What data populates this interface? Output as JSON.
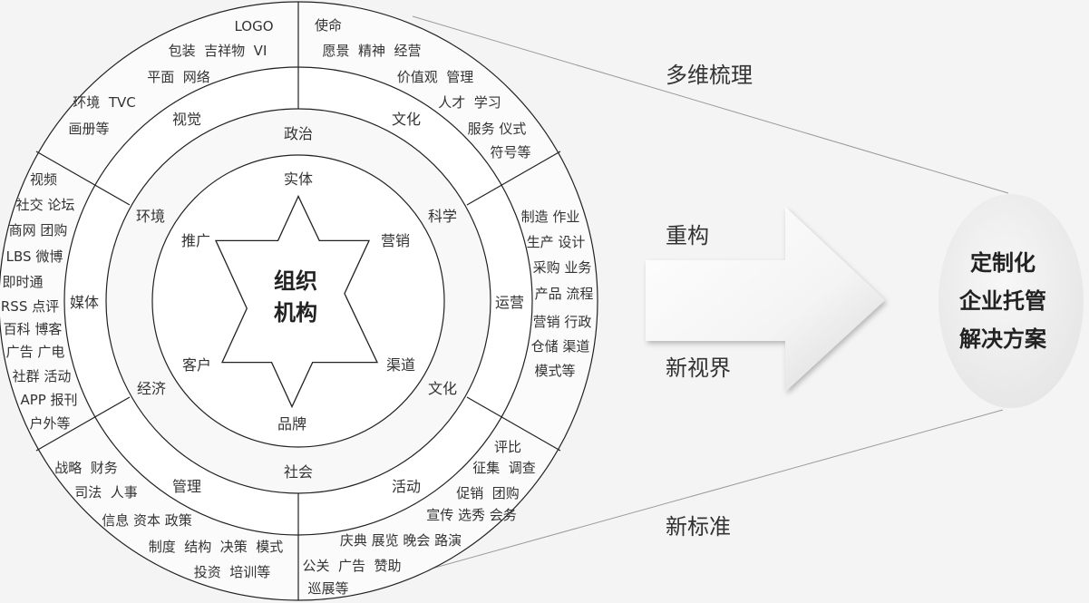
{
  "core": {
    "line1": "组织",
    "line2": "机构"
  },
  "star_points": {
    "top": "实体",
    "right_top": "营销",
    "left_top": "推广",
    "left_bottom": "客户",
    "right_bottom": "渠道",
    "bottom": "品牌"
  },
  "middle_ring": {
    "top": "政治",
    "bottom": "社会"
  },
  "outer_ring_labels": [
    "视觉",
    "文化",
    "环境",
    "科学",
    "媒体",
    "运营",
    "经济",
    "文化",
    "管理",
    "活动"
  ],
  "segments": {
    "visual": [
      "LOGO",
      "包装  吉祥物  VI",
      "平面  网络",
      "环境  TVC",
      "画册等"
    ],
    "culture": [
      "使命",
      "愿景  精神  经营",
      "价值观  管理",
      "人才  学习",
      "服务 仪式",
      "符号等"
    ],
    "operation": [
      "制造 作业",
      "生产 设计",
      "采购 业务",
      "产品 流程",
      "营销 行政",
      "仓储 渠道",
      "模式等"
    ],
    "media": [
      "视频",
      "社交 论坛",
      "商网 团购",
      "LBS 微博",
      "即时通",
      "RSS 点评",
      "百科 博客",
      "广告 广电",
      "社群 活动",
      "APP 报刊",
      "户外等"
    ],
    "management": [
      "战略  财务",
      "司法  人事",
      "信息 资本 政策",
      "制度  结构  决策  模式",
      "投资  培训等"
    ],
    "activity": [
      "评比",
      "征集  调查",
      "促销  团购",
      "宣传 选秀 会务",
      "庆典 展览 晚会 路演",
      "公关  广告  赞助",
      "巡展等"
    ]
  },
  "side_labels": [
    "多维梳理",
    "重构",
    "新视界",
    "新标准"
  ],
  "goal": {
    "line1": "定制化",
    "line2": "企业托管",
    "line3": "解决方案"
  },
  "colors": {
    "background": "#f4f4f4",
    "line": "#222222",
    "connector": "#9a9a9a"
  }
}
